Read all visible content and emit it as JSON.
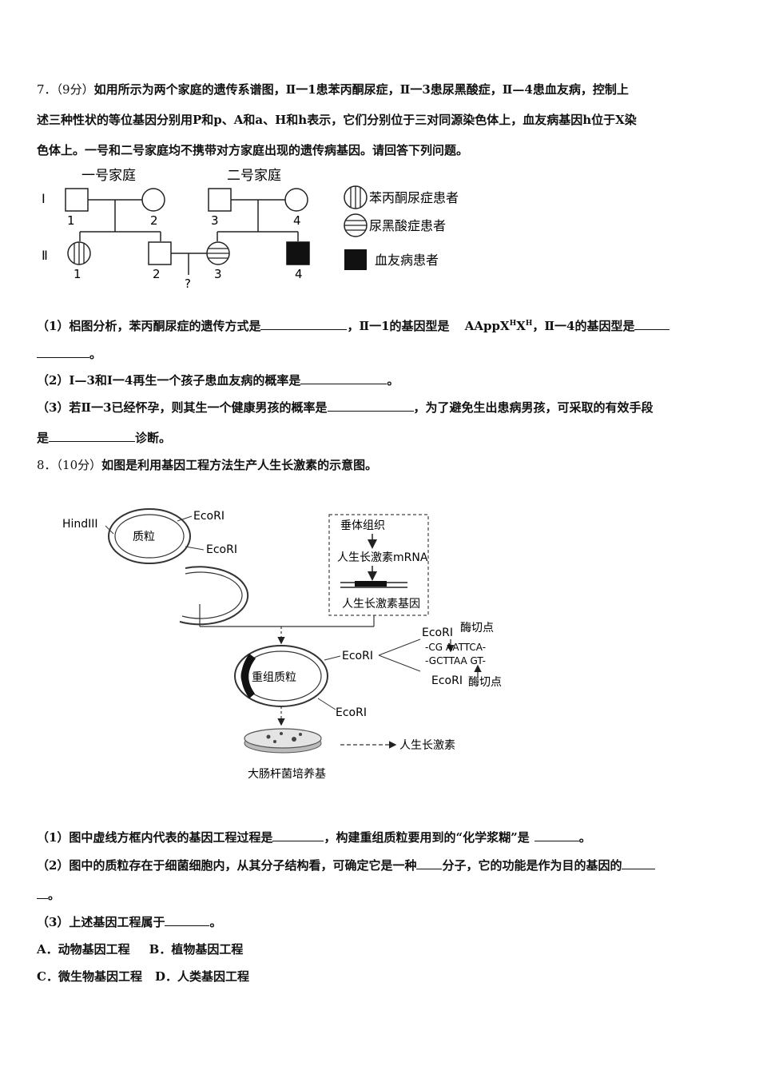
{
  "q7": {
    "number": "7．",
    "score": "（9分）",
    "line1": "如用所示为两个家庭的遗传系谱图，Ⅱ一1患苯丙酮尿症，Ⅱ一3患尿黑酸症，Ⅱ—4患血友病，控制上",
    "line2": "述三种性状的等位基因分别用P和p、A和a、H和h表示，它们分别位于三对同源染色体上，血友病基因h位于X染",
    "line3": "色体上。一号和二号家庭均不携带对方家庭出现的遗传病基因。请回答下列问题。",
    "pedigree": {
      "family1": "一号家庭",
      "family2": "二号家庭",
      "gen1": "Ⅰ",
      "gen2": "Ⅱ",
      "n1": "1",
      "n2": "2",
      "n3": "3",
      "n4": "4",
      "unknown": "?",
      "legend1": "苯丙酮尿症患者",
      "legend2": "尿黑酸症患者",
      "legend3": "血友病患者"
    },
    "sub1a": "（1）梠图分析，苯丙酮尿症的遗传方式是",
    "sub1b": "，Ⅱ一1的基因型是",
    "genotype_main": "AAppX",
    "genotype_sup": "H",
    "genotype_x": "X",
    "sub1c": "，Ⅱ一4的基因型是",
    "sub1d": "。",
    "sub2a": "（2）Ⅰ—3和Ⅰ一4再生一个孩子患血友病的概率是",
    "sub2b": "。",
    "sub3a": "（3）若Ⅱ一3已经怀孕，则其生一个健康男孩的概率是",
    "sub3b": "，为了避免生出患病男孩，可采取的有效手段",
    "sub3c": "是",
    "sub3d": "诊断。"
  },
  "q8": {
    "number": "8．",
    "score": "（10分）",
    "intro": "如图是利用基因工程方法生产人生长激素的示意图。",
    "diagram": {
      "hindiii": "HindIII",
      "plasmid": "质粒",
      "ecori": "EcoRI",
      "pituitary": "垂体组织",
      "mrna": "人生长激素mRNA",
      "gene": "人生长激素基因",
      "recombinant": "重组质粒",
      "cut_site": "酶切点",
      "seq_top": "-CG AATTCA-",
      "seq_bottom": "-GCTTAA GT-",
      "medium": "大肠杆菌培养基",
      "product": "人生长激素"
    },
    "sub1a": "（1）图中虚线方框内代表的基因工程过程是",
    "sub1b": "，构建重组质粒要用到的“化学浆糊”是",
    "sub1c": "。",
    "sub2a": "（2）图中的质粒存在于细菌细胞内，从其分子结构看，可确定它是一种",
    "sub2b": "分子，它的功能是作为目的基因的",
    "sub2c": "。",
    "sub3a": "（3）上述基因工程属于",
    "sub3b": "。",
    "optA": "A．动物基因工程",
    "optB": "B．植物基因工程",
    "optC": "C．微生物基因工程",
    "optD": "D．人类基因工程"
  }
}
